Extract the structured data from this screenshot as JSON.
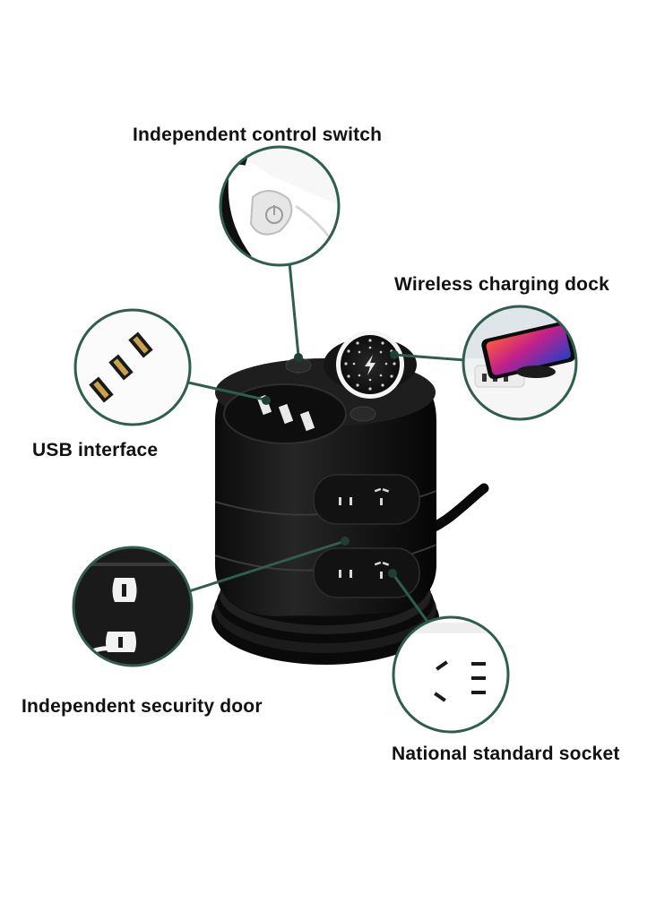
{
  "labels": {
    "switch": "Independent control switch",
    "wireless": "Wireless charging dock",
    "usb": "USB interface",
    "door": "Independent security door",
    "socket": "National standard socket"
  },
  "colors": {
    "leader_line": "#2f5d4e",
    "product_body": "#161616",
    "background": "#ffffff"
  },
  "icons": {
    "wireless": "lightning-bolt-icon",
    "switch": "power-button-icon"
  }
}
